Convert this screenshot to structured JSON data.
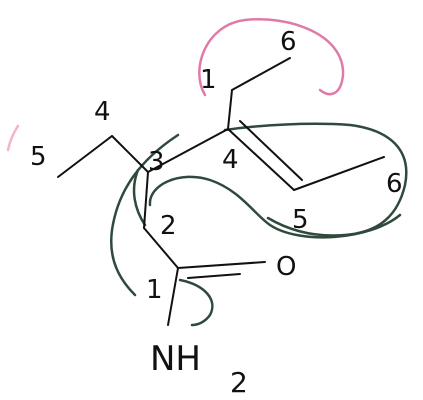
{
  "colors": {
    "ink": "#111111",
    "green": "#2f4a3c",
    "pink": "#e07aa8",
    "pink_light": "#f2b5cf"
  },
  "labels": {
    "c1": "1",
    "c2": "2",
    "c3": "3",
    "c4": "4",
    "c5": "5",
    "c6": "6",
    "c4b": "4",
    "c5b": "5",
    "c6b": "6",
    "c1b": "1",
    "oxygen": "O",
    "amine": "NH",
    "amine_sub": "2"
  }
}
